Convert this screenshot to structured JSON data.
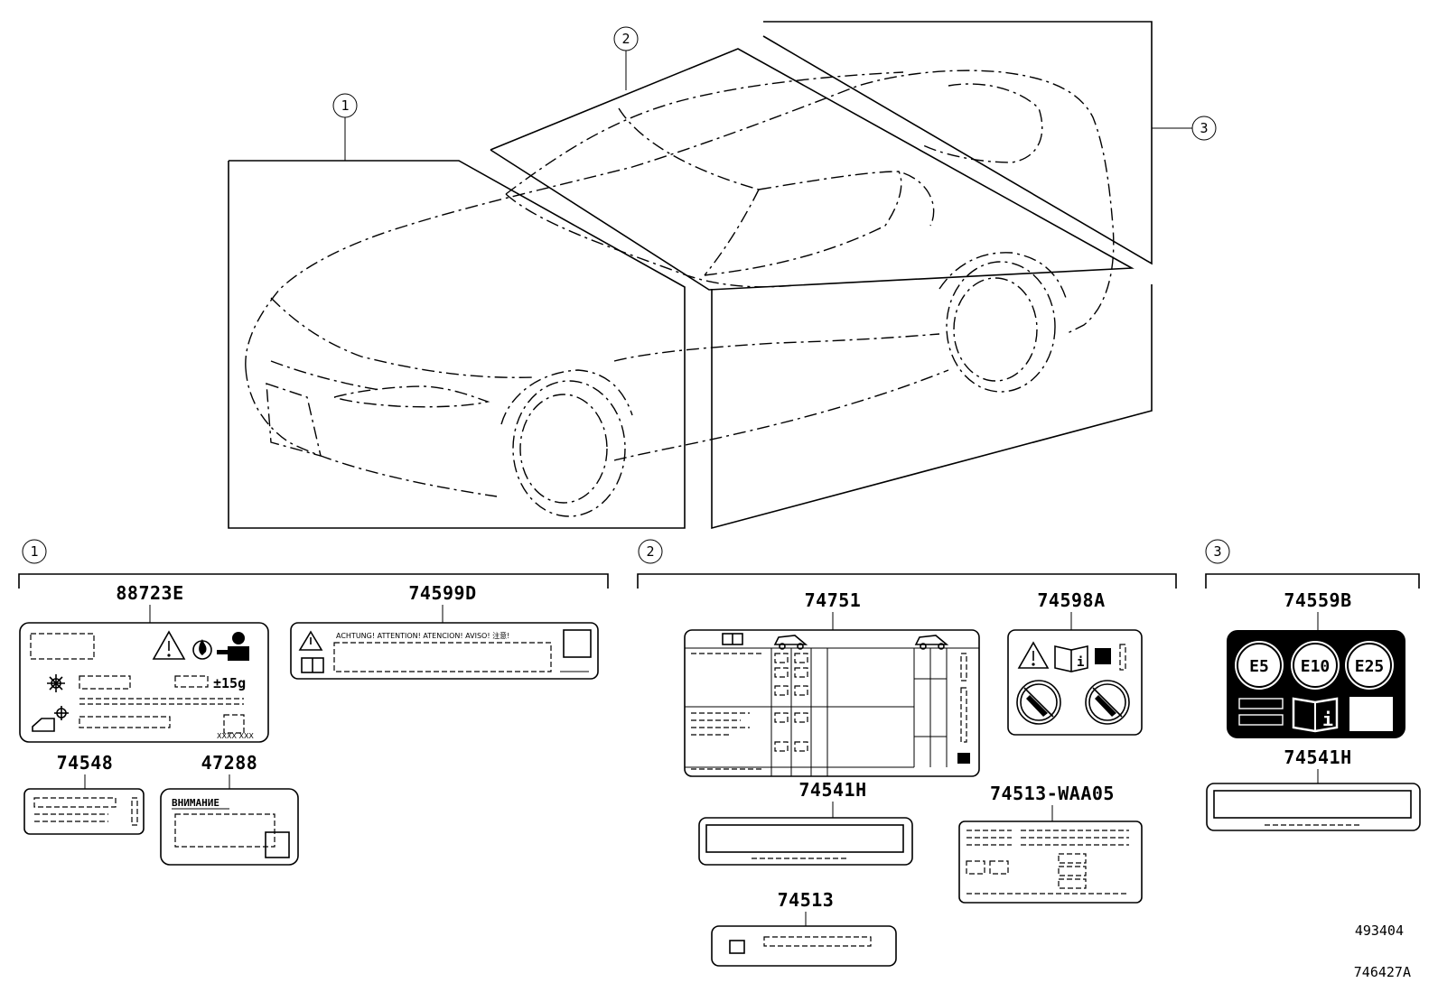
{
  "callouts": {
    "top_1": "1",
    "top_2": "2",
    "top_3": "3",
    "group_1": "1",
    "group_2": "2",
    "group_3": "3"
  },
  "parts": {
    "p88723E": "88723E",
    "p74599D": "74599D",
    "p74548": "74548",
    "p47288": "47288",
    "p74751": "74751",
    "p74598A": "74598A",
    "p74541H_mid": "74541H",
    "p74513_WAA05": "74513-WAA05",
    "p74513": "74513",
    "p74559B": "74559B",
    "p74541H_right": "74541H"
  },
  "label_text": {
    "refrigerant_amount": "±15g",
    "warning_languages": "ACHTUNG!   ATTENTION!   ATENCION!   AVISO!   注意!",
    "russian_warning": "ВНИМАНИЕ",
    "code_small": "XXXX XXX",
    "fuel_e5": "E5",
    "fuel_e10": "E10",
    "fuel_e25": "E25"
  },
  "references": {
    "ref_1": "493404",
    "ref_2": "746427A"
  }
}
